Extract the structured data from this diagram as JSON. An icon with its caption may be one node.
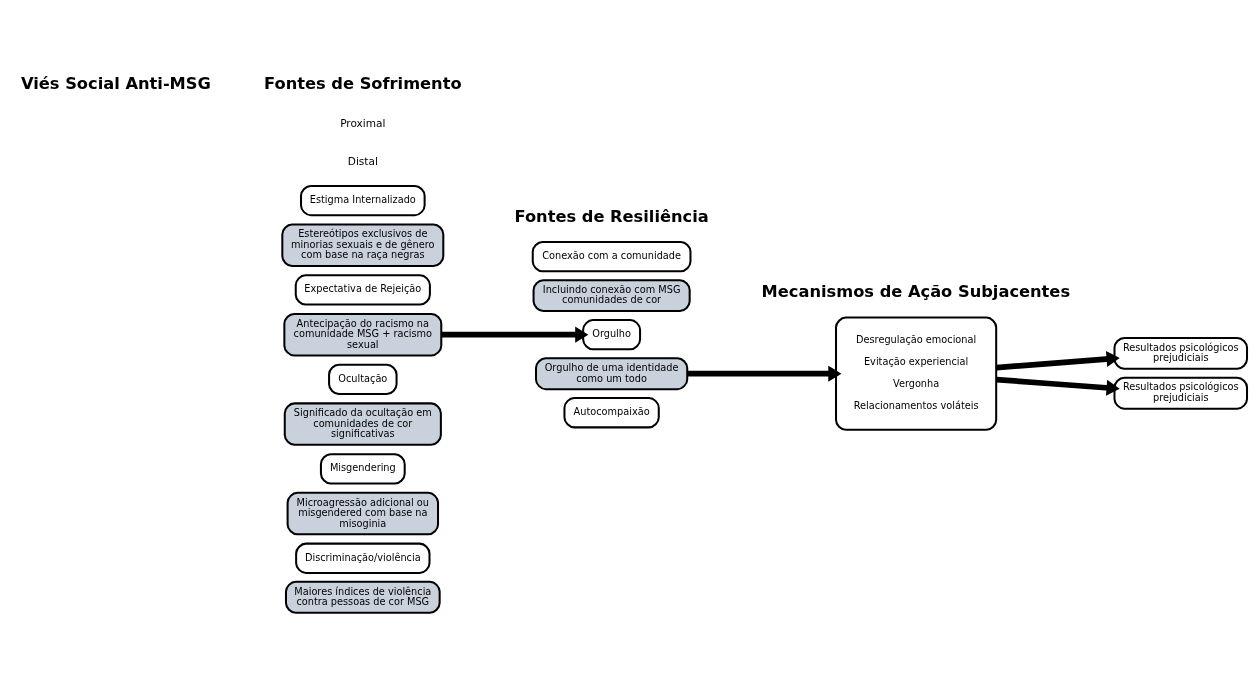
{
  "diagram": {
    "nodes": [
      {
        "text": [
          "Estigma Internalizado"
        ]
      },
      {
        "text": [
          "Estereótipos exclusivos de minorias sexuais e de gênero com base na raça negras"
        ]
      },
      {
        "text": [
          "Expectativa de Rejeição"
        ]
      },
      {
        "text": [
          "Antecipação do racismo na comunidade MSG + racismo sexual"
        ]
      },
      {
        "text": [
          "Ocultação"
        ]
      },
      {
        "text": [
          "Significado da ocultação em comunidades de cor significativas"
        ]
      },
      {
        "text": [
          "Misgendering"
        ]
      },
      {
        "text": [
          "Microagressão adicional ou misgendered com base na misoginia"
        ]
      },
      {
        "text": [
          "Discriminação/violência"
        ]
      },
      {
        "text": [
          "Maiores índices de violência contra pessoas de cor MSG"
        ]
      },
      {
        "text": [
          "Conexão com a comunidade"
        ]
      },
      {
        "text": [
          "Incluindo conexão com MSG comunidades de cor"
        ]
      },
      {
        "text": [
          "Orgulho"
        ]
      },
      {
        "text": [
          "Orgulho de uma identidade como um todo"
        ]
      },
      {
        "text": [
          "Autocompaixão"
        ]
      },
      {
        "text": [
          "Desregulação emocional",
          "Evitação experiencial",
          "Vergonha",
          "Relacionamentos voláteis"
        ]
      },
      {
        "text": [
          "Resultados psicológicos prejudiciais"
        ]
      },
      {
        "text": [
          "Resultados psicológicos prejudiciais"
        ]
      }
    ],
    "edges": [
      {
        "from": 3,
        "to": 12,
        "arrow": "to"
      },
      {
        "from": 13,
        "to": 15,
        "arrow": "to"
      },
      {
        "from": 15,
        "to": 16,
        "arrow": "to"
      },
      {
        "from": 15,
        "to": 17,
        "arrow": "to"
      }
    ],
    "labels": [
      "Fontes de Sofrimento",
      "Fontes de Resiliência",
      "Mecanismos de Ação Subjacentes",
      "Proximal",
      "Distal",
      "Viés Social Anti-MSG"
    ]
  }
}
